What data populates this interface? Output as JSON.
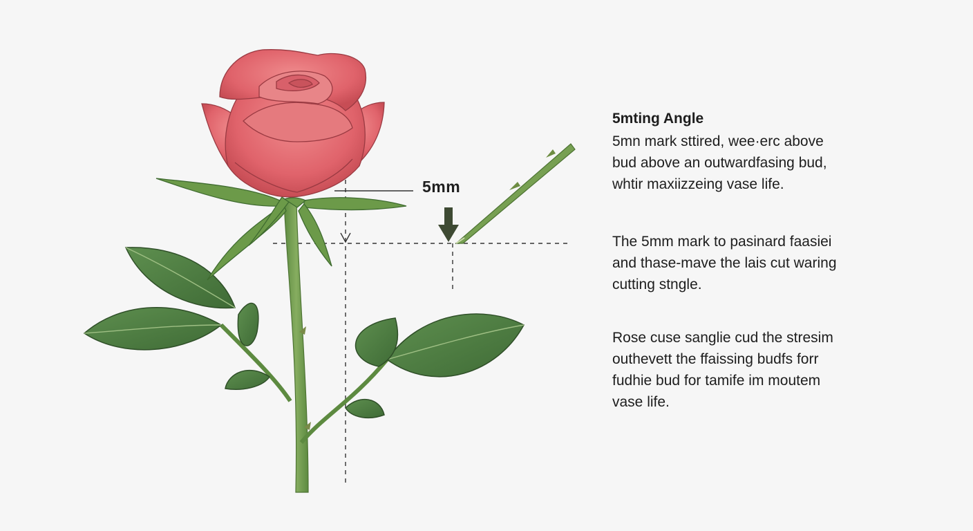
{
  "diagram": {
    "measurement_label": "5mm",
    "heading": "5mting Angle",
    "paragraphs": [
      "5mn mark sttired, wee·erc above\nbud above an outwardfasing bud,\nwhtir maxiizzeing vase life.",
      "The 5mm mark to pasinard faasiei\nand thase-mave the lais cut waring\ncutting stngle.",
      "Rose cuse sanglie cud the stresim\nouthevett the ffaissing budfs forr\nfudhie bud for tamife im moutem\nvase life."
    ]
  },
  "colors": {
    "background": "#f6f6f6",
    "petal": "#e0636b",
    "petal_dark": "#b8444d",
    "leaf": "#4f7d43",
    "stem": "#6f9a4e",
    "arrow": "#3e4a33",
    "guide_line": "#333333"
  }
}
